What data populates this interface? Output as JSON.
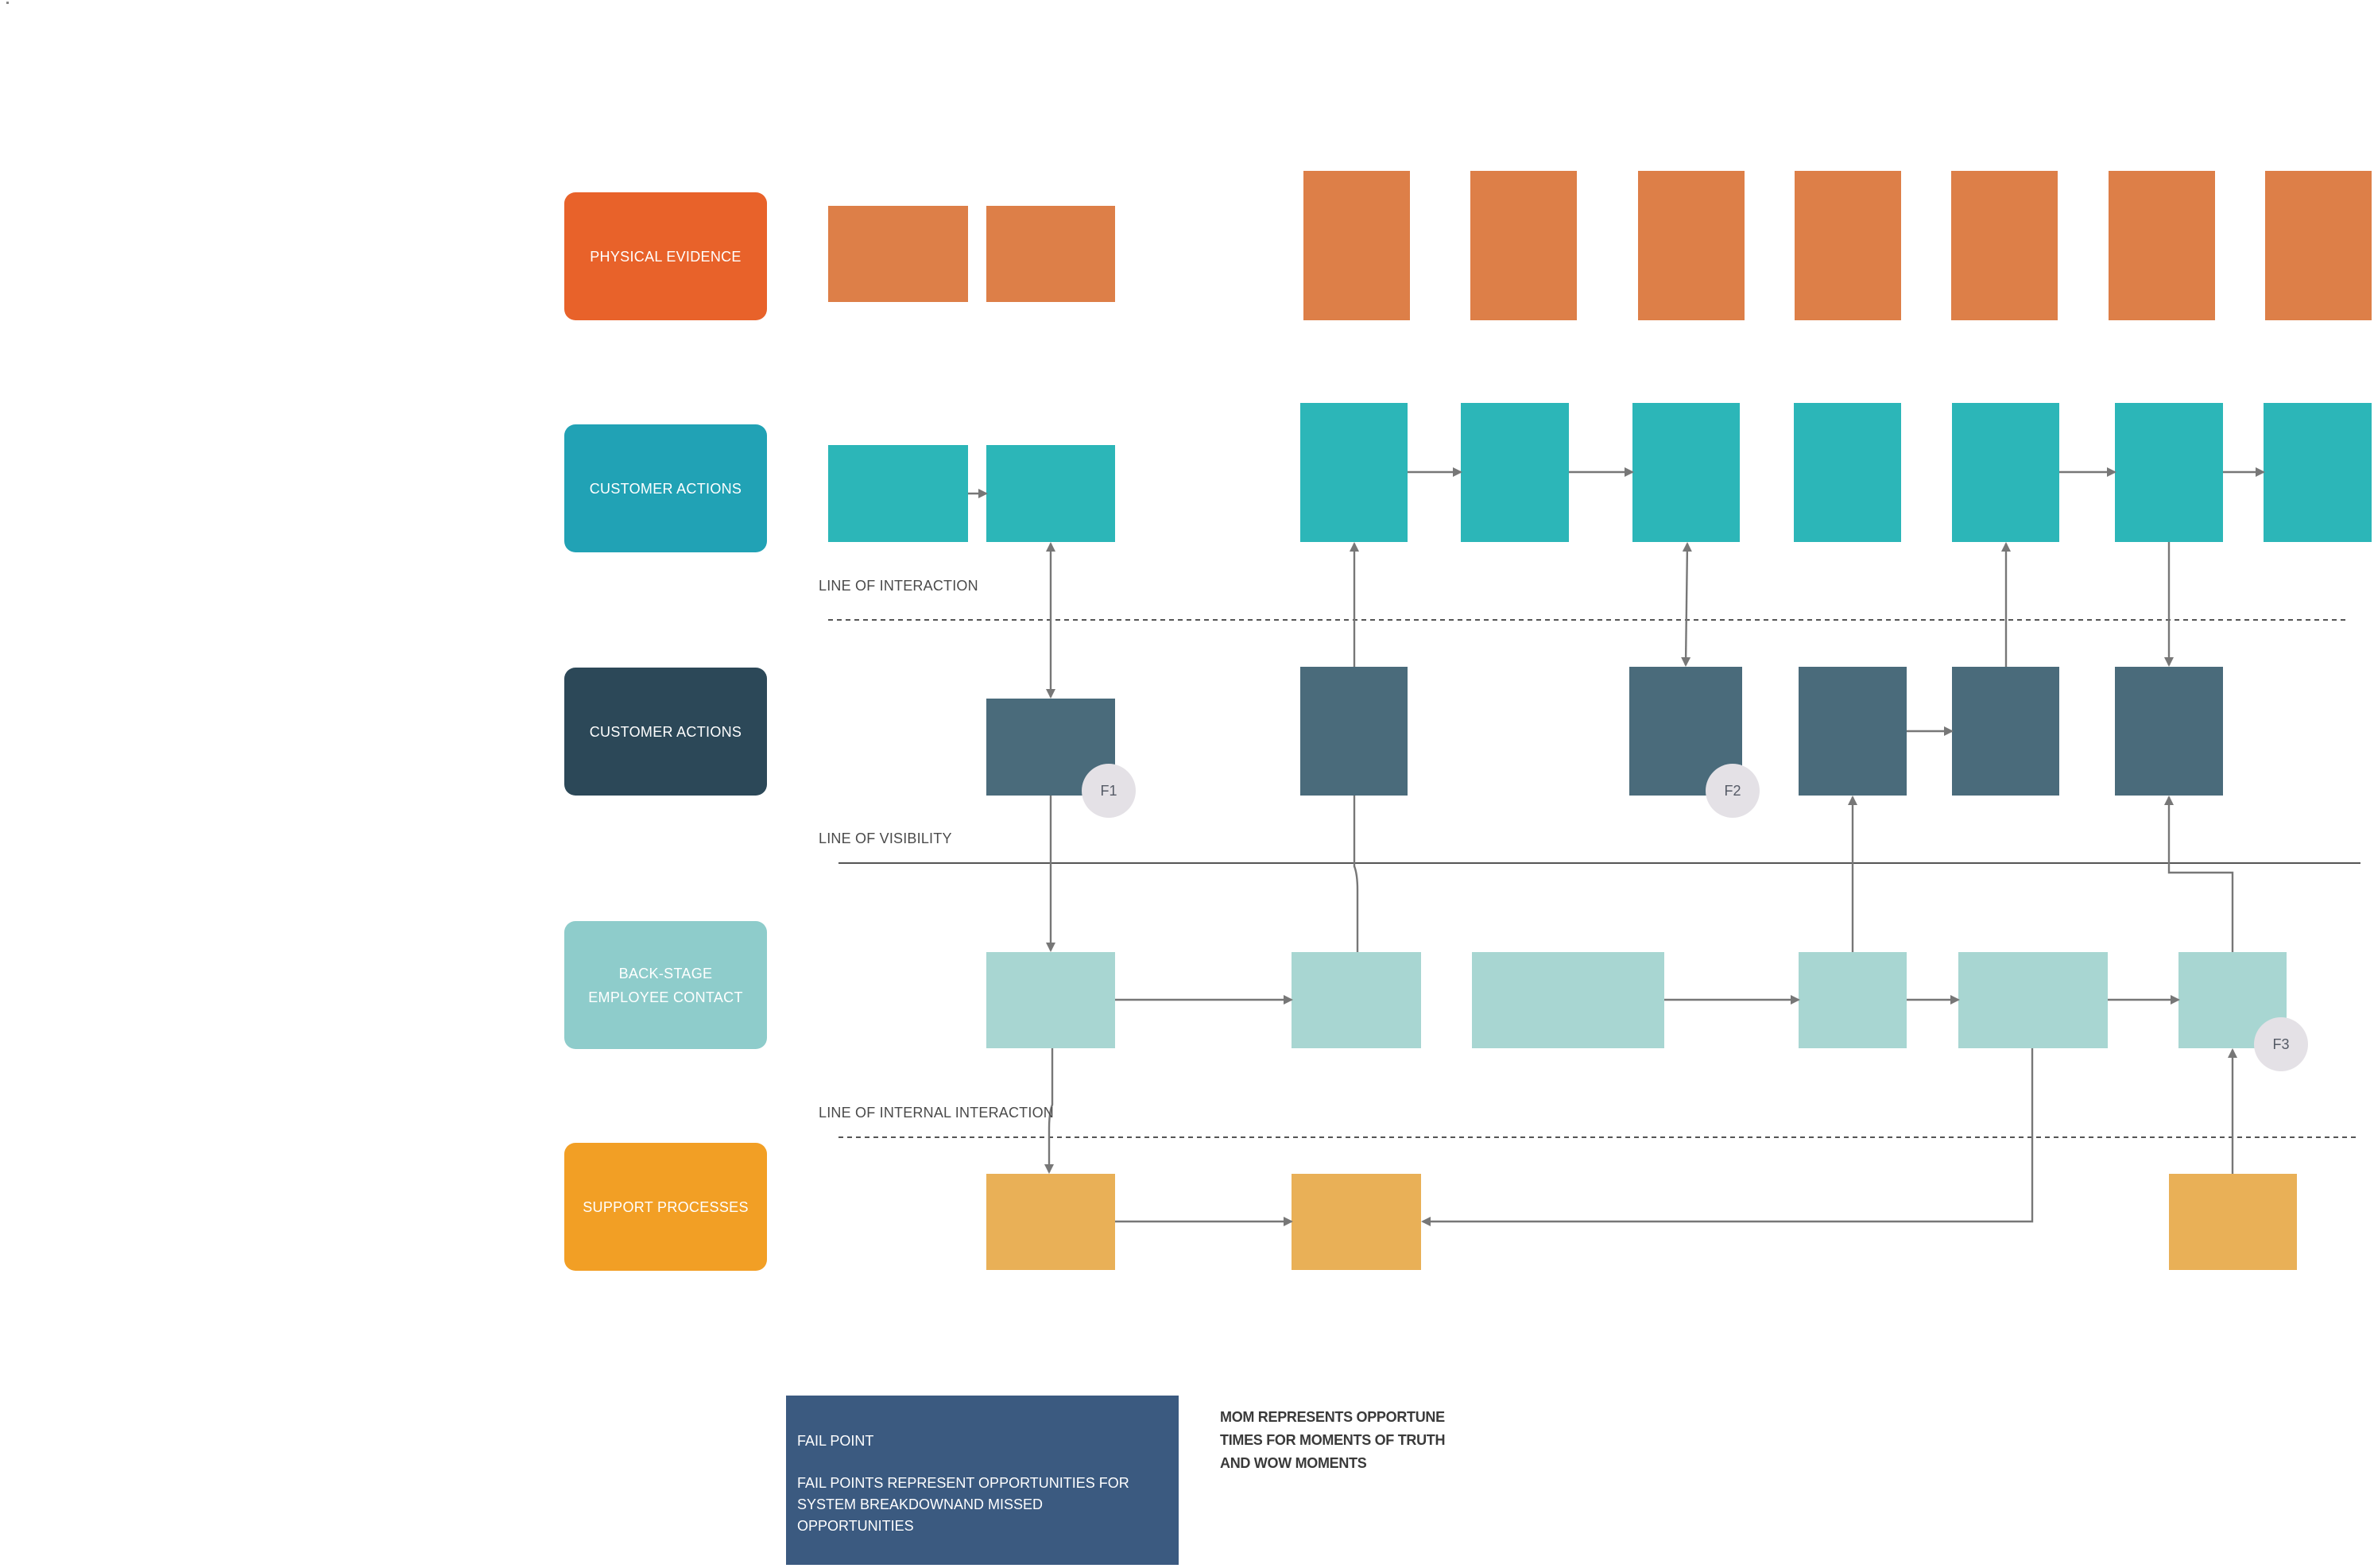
{
  "lanes": {
    "physical_evidence": "PHYSICAL EVIDENCE",
    "customer_actions": "CUSTOMER ACTIONS",
    "frontstage_actions": "CUSTOMER ACTIONS",
    "backstage": "BACK-STAGE  EMPLOYEE CONTACT",
    "support": "SUPPORT PROCESSES"
  },
  "divider_lines": {
    "interaction": "LINE OF INTERACTION",
    "visibility": "LINE OF VISIBILITY",
    "internal_interaction": "LINE OF INTERNAL INTERACTION"
  },
  "fail_points": [
    "F1",
    "F2",
    "F3"
  ],
  "legend": {
    "title": "FAIL POINT",
    "body": "FAIL POINTS REPRESENT OPPORTUNITIES FOR SYSTEM BREAKDOWNAND MISSED OPPORTUNITIES"
  },
  "mom_note": "MOM REPRESENTS OPPORTUNE TIMES FOR MOMENTS OF TRUTH AND WOW MOMENTS",
  "colors": {
    "physical_evidence_label": "#e8622a",
    "physical_evidence_box": "#dd7f48",
    "customer_actions_label": "#21a2b5",
    "customer_actions_box": "#2cb6b8",
    "frontstage_label": "#2c4858",
    "frontstage_box": "#4a6b7b",
    "backstage_label": "#8ecccb",
    "backstage_box": "#a8d6d2",
    "support_label": "#f29f25",
    "support_box": "#e9b057",
    "legend_bg": "#3b5a80",
    "connector": "#777777"
  }
}
